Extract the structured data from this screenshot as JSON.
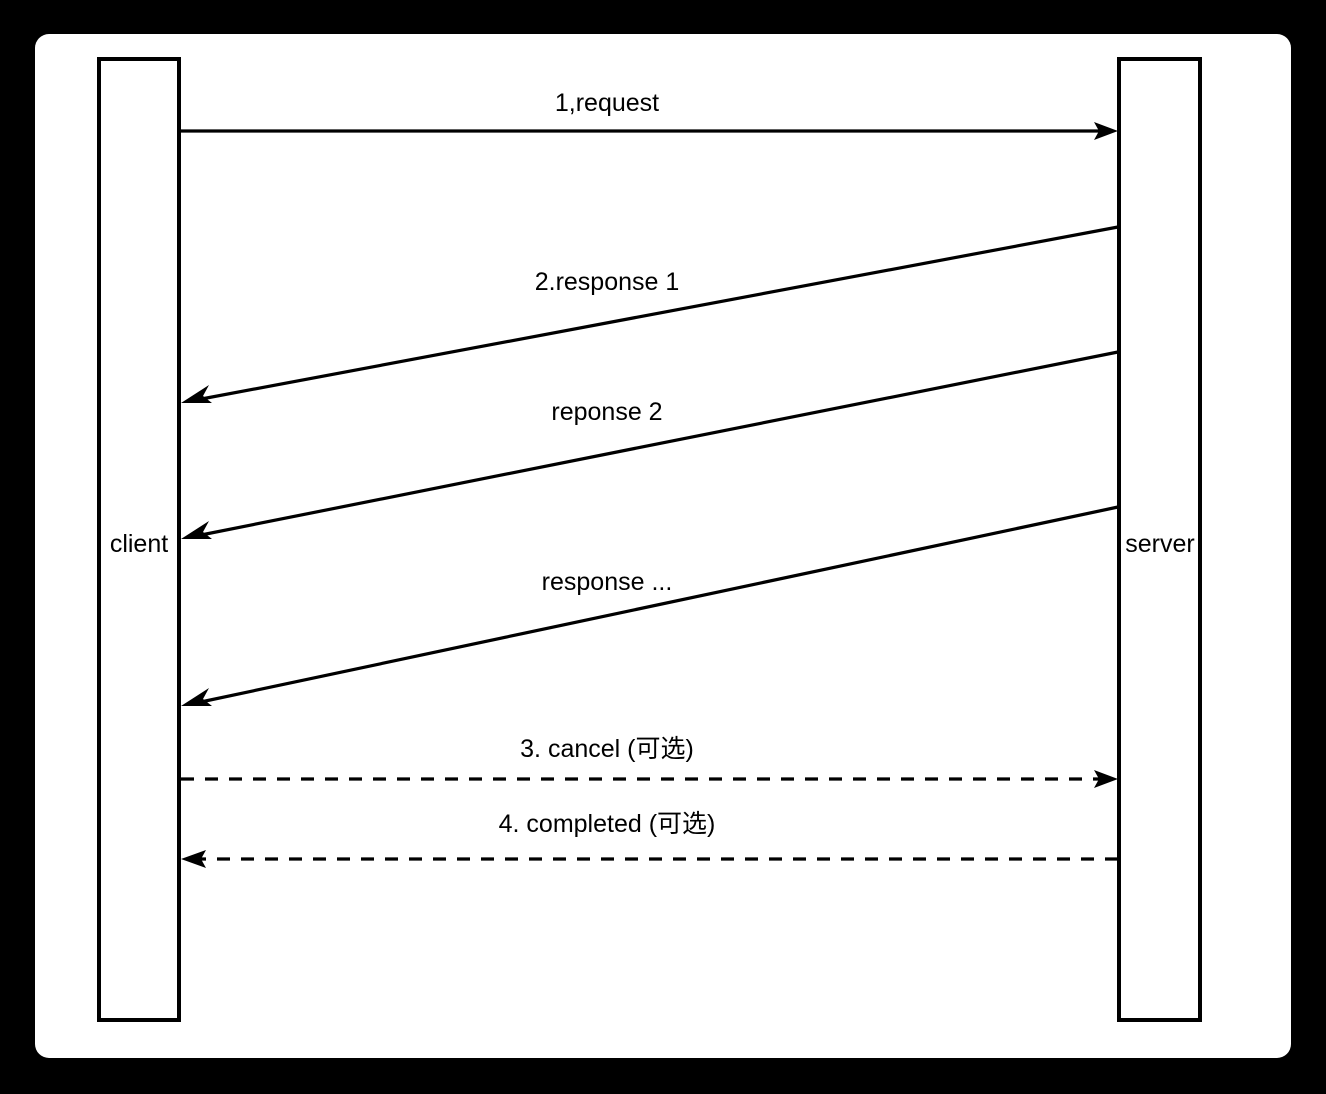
{
  "diagram": {
    "type": "sequence-diagram",
    "background_color": "#000000",
    "canvas_color": "#ffffff",
    "line_color": "#000000",
    "participants": [
      {
        "id": "client",
        "label": "client"
      },
      {
        "id": "server",
        "label": "server"
      }
    ],
    "messages": [
      {
        "index": 1,
        "label": "1,request",
        "from": "client",
        "to": "server",
        "style": "solid",
        "slope": "horizontal"
      },
      {
        "index": 2,
        "label": "2.response 1",
        "from": "server",
        "to": "client",
        "style": "solid",
        "slope": "diagonal"
      },
      {
        "index": 3,
        "label": "reponse 2",
        "from": "server",
        "to": "client",
        "style": "solid",
        "slope": "diagonal"
      },
      {
        "index": 4,
        "label": "response ...",
        "from": "server",
        "to": "client",
        "style": "solid",
        "slope": "diagonal"
      },
      {
        "index": 5,
        "label": "3. cancel (可选)",
        "from": "client",
        "to": "server",
        "style": "dashed",
        "slope": "horizontal"
      },
      {
        "index": 6,
        "label": "4. completed (可选)",
        "from": "server",
        "to": "client",
        "style": "dashed",
        "slope": "horizontal"
      }
    ]
  }
}
